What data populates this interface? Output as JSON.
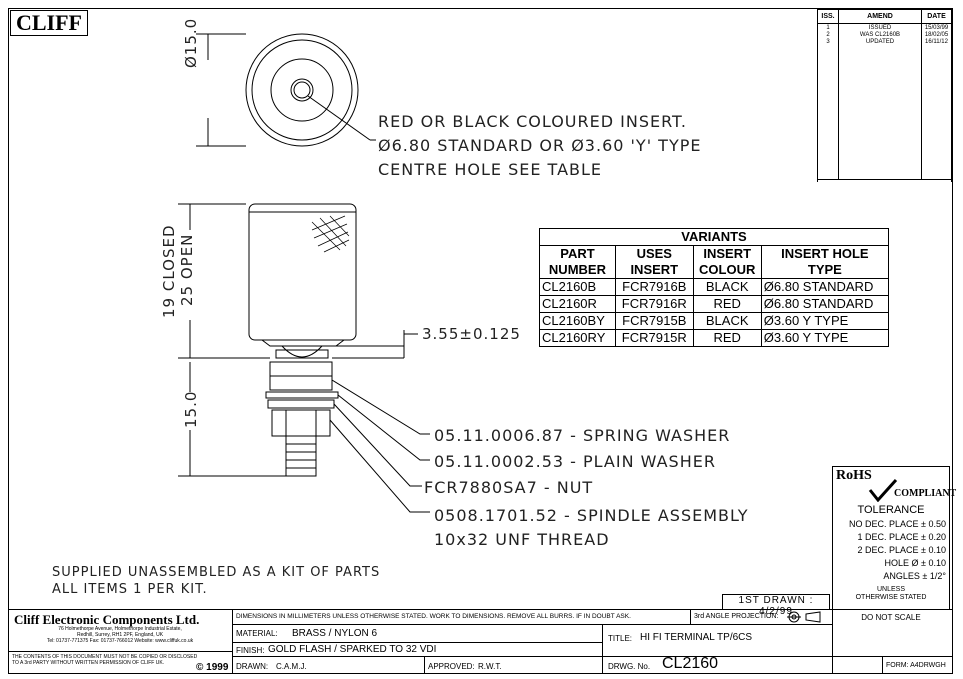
{
  "logo": "CLIFF",
  "revision": {
    "headers": [
      "ISS.",
      "AMEND",
      "DATE"
    ],
    "rows": [
      {
        "iss": "1",
        "amend": "ISSUED",
        "date": "15/03/99"
      },
      {
        "iss": "2",
        "amend": "WAS CL2160B",
        "date": "18/02/05"
      },
      {
        "iss": "3",
        "amend": "UPDATED",
        "date": "16/11/12"
      }
    ]
  },
  "dimensions": {
    "diameter": "Ø15.0",
    "length_closed": "19 CLOSED",
    "length_open": "25 OPEN",
    "tolerance_dim": "3.55±0.125",
    "spindle_length": "15.0"
  },
  "callouts": {
    "insert_1": "RED OR BLACK COLOURED INSERT.",
    "insert_2": "Ø6.80 STANDARD OR Ø3.60 'Y' TYPE",
    "insert_3": "CENTRE HOLE SEE TABLE",
    "spring_washer": "05.11.0006.87 - SPRING WASHER",
    "plain_washer": "05.11.0002.53 - PLAIN WASHER",
    "nut": "FCR7880SA7 - NUT",
    "spindle_1": "0508.1701.52 - SPINDLE ASSEMBLY",
    "spindle_2": "10x32 UNF THREAD"
  },
  "supply_note_1": "SUPPLIED UNASSEMBLED AS A KIT OF PARTS",
  "supply_note_2": "ALL ITEMS 1 PER KIT.",
  "variants": {
    "title": "VARIANTS",
    "headers": [
      [
        "PART",
        "NUMBER"
      ],
      [
        "USES",
        "INSERT"
      ],
      [
        "INSERT",
        "COLOUR"
      ],
      [
        "INSERT HOLE",
        "TYPE"
      ]
    ],
    "rows": [
      {
        "part": "CL2160B",
        "insert": "FCR7916B",
        "colour": "BLACK",
        "hole": "Ø6.80 STANDARD"
      },
      {
        "part": "CL2160R",
        "insert": "FCR7916R",
        "colour": "RED",
        "hole": "Ø6.80 STANDARD"
      },
      {
        "part": "CL2160BY",
        "insert": "FCR7915B",
        "colour": "BLACK",
        "hole": "Ø3.60 Y TYPE"
      },
      {
        "part": "CL2160RY",
        "insert": "FCR7915R",
        "colour": "RED",
        "hole": "Ø3.60 Y TYPE"
      }
    ]
  },
  "rohs": {
    "rohs": "RoHS",
    "compliant": "COMPLIANT"
  },
  "tolerance": {
    "title": "TOLERANCE",
    "lines": [
      "NO DEC. PLACE ± 0.50",
      "1 DEC. PLACE ± 0.20",
      "2 DEC. PLACE ± 0.10",
      "HOLE Ø ± 0.10",
      "ANGLES ± 1/2°"
    ],
    "unless_1": "UNLESS",
    "unless_2": "OTHERWISE STATED",
    "scale": "DO NOT SCALE"
  },
  "first_drawn": "1ST DRAWN : 4/2/99",
  "company": {
    "name": "Cliff Electronic Components Ltd.",
    "address_1": "76 Holmethorpe Avenue, Holmethorpe Industrial Estate,",
    "address_2": "Redhill, Surrey, RH1 2PF, England, UK",
    "contact": "Tel: 01737-771375 Fax: 01737-766012 Website: www.cliffuk.co.uk",
    "copyright_1": "THE CONTENTS OF THIS DOCUMENT MUST NOT BE COPIED OR DISCLOSED",
    "copyright_2": "TO A 3rd PARTY WITHOUT WRITTEN PERMISSION OF CLIFF UK.",
    "copyright_year": "© 1999"
  },
  "title_block": {
    "dimensions_note": "DIMENSIONS IN MILLIMETERS UNLESS OTHERWISE STATED. WORK TO DIMENSIONS. REMOVE ALL BURRS. IF IN DOUBT ASK.",
    "projection_label": "3rd ANGLE PROJECTION:",
    "material_label": "MATERIAL:",
    "material": "BRASS / NYLON 6",
    "finish_label": "FINISH:",
    "finish": "GOLD FLASH / SPARKED TO 32 VDI",
    "drawn_label": "DRAWN:",
    "drawn": "C.A.M.J.",
    "approved_label": "APPROVED:",
    "approved": "R.W.T.",
    "title_label": "TITLE:",
    "title": "HI FI TERMINAL TP/6CS",
    "drwg_label": "DRWG. No.",
    "drwg_no": "CL2160",
    "form": "FORM: A4DRWGH"
  }
}
